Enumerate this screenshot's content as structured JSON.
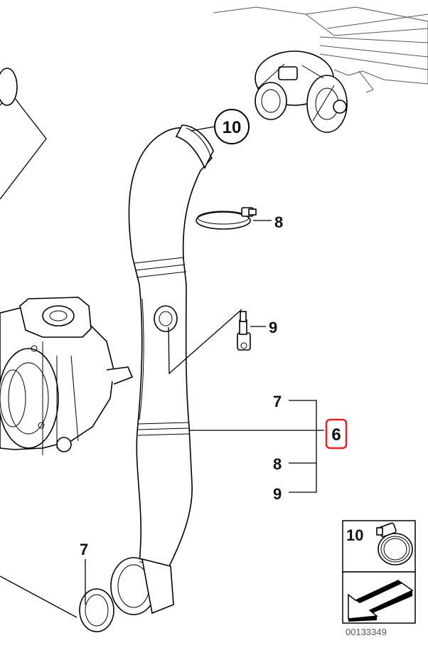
{
  "callouts": {
    "c10_top": "10",
    "c8_clamp": "8",
    "c9_sensor": "9",
    "c7_right": "7",
    "c6_main": "6",
    "c8_right": "8",
    "c9_right": "9",
    "c7_seal": "7"
  },
  "legend": {
    "number": "10"
  },
  "diagram_id": "00133349",
  "highlight_color": "#e0202a",
  "icons": [
    "hose-clamp-icon",
    "arrow-icon"
  ]
}
